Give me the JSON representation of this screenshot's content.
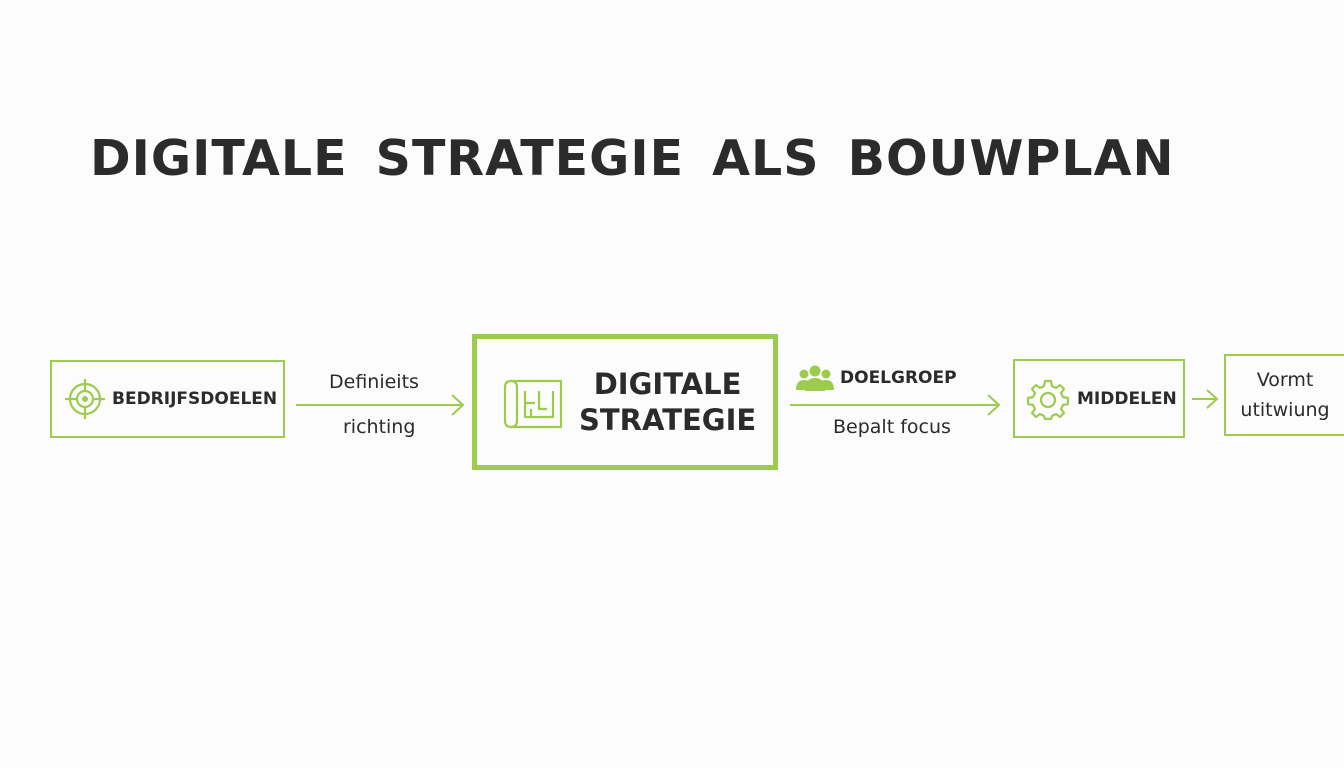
{
  "title": "DIGITALE STRATEGIE ALS BOUWPLAN",
  "colors": {
    "accent": "#9ccc4c",
    "text": "#2b2b2b",
    "background": "#fbfcfb"
  },
  "nodes": {
    "goals": {
      "label": "BEDRIJFSDOELEN",
      "icon": "target-icon"
    },
    "strategy": {
      "line1": "DIGITALE",
      "line2": "STRATEGIE",
      "icon": "blueprint-icon"
    },
    "audience": {
      "label": "DOELGROEP",
      "icon": "people-icon"
    },
    "means": {
      "label": "MIDDELEN",
      "icon": "gear-icon"
    },
    "result": {
      "line1": "Vormt",
      "line2": "utitwiung"
    }
  },
  "edges": {
    "goals_to_strategy": {
      "top": "Definieits",
      "bottom": "richting"
    },
    "strategy_to_means": {
      "bottom": "Bepalt focus"
    }
  }
}
